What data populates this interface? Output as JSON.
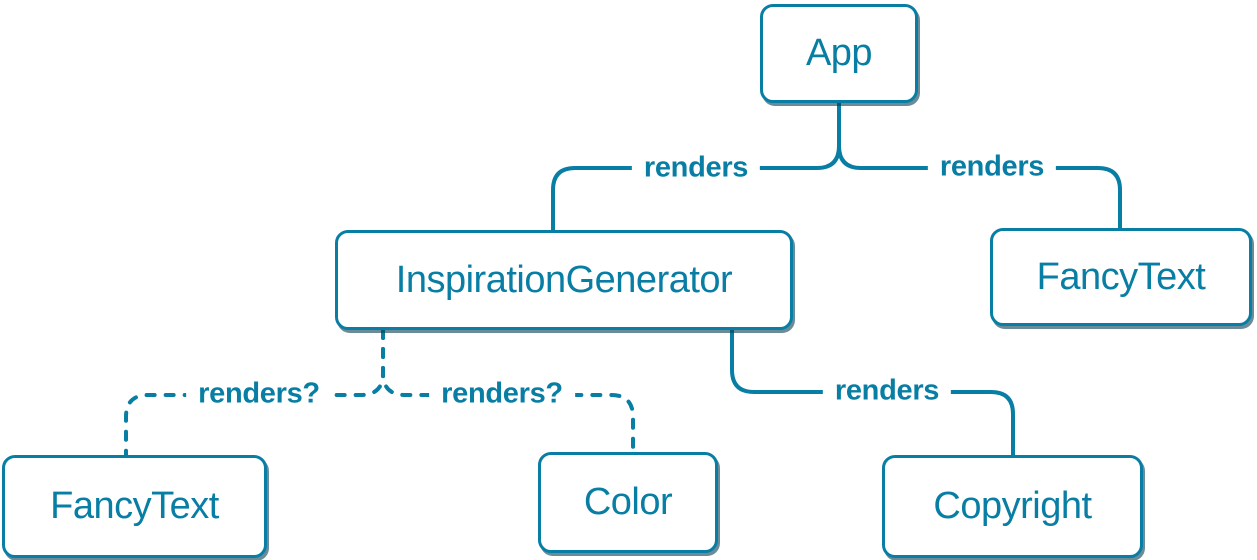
{
  "diagram": {
    "nodes": {
      "app": {
        "label": "App"
      },
      "inspiration_generator": {
        "label": "InspirationGenerator"
      },
      "fancy_text_top": {
        "label": "FancyText"
      },
      "fancy_text_bottom": {
        "label": "FancyText"
      },
      "color": {
        "label": "Color"
      },
      "copyright": {
        "label": "Copyright"
      }
    },
    "edges": {
      "app_inspiration": {
        "label": "renders",
        "style": "solid",
        "from": "App",
        "to": "InspirationGenerator"
      },
      "app_fancytext": {
        "label": "renders",
        "style": "solid",
        "from": "App",
        "to": "FancyText"
      },
      "inspiration_fancytext": {
        "label": "renders?",
        "style": "dashed",
        "from": "InspirationGenerator",
        "to": "FancyText"
      },
      "inspiration_color": {
        "label": "renders?",
        "style": "dashed",
        "from": "InspirationGenerator",
        "to": "Color"
      },
      "inspiration_copyright": {
        "label": "renders",
        "style": "solid",
        "from": "InspirationGenerator",
        "to": "Copyright"
      }
    },
    "colors": {
      "accent": "#087ea4",
      "node_background": "#ffffff",
      "node_shadow": "rgba(8,62,84,0.6)"
    }
  }
}
